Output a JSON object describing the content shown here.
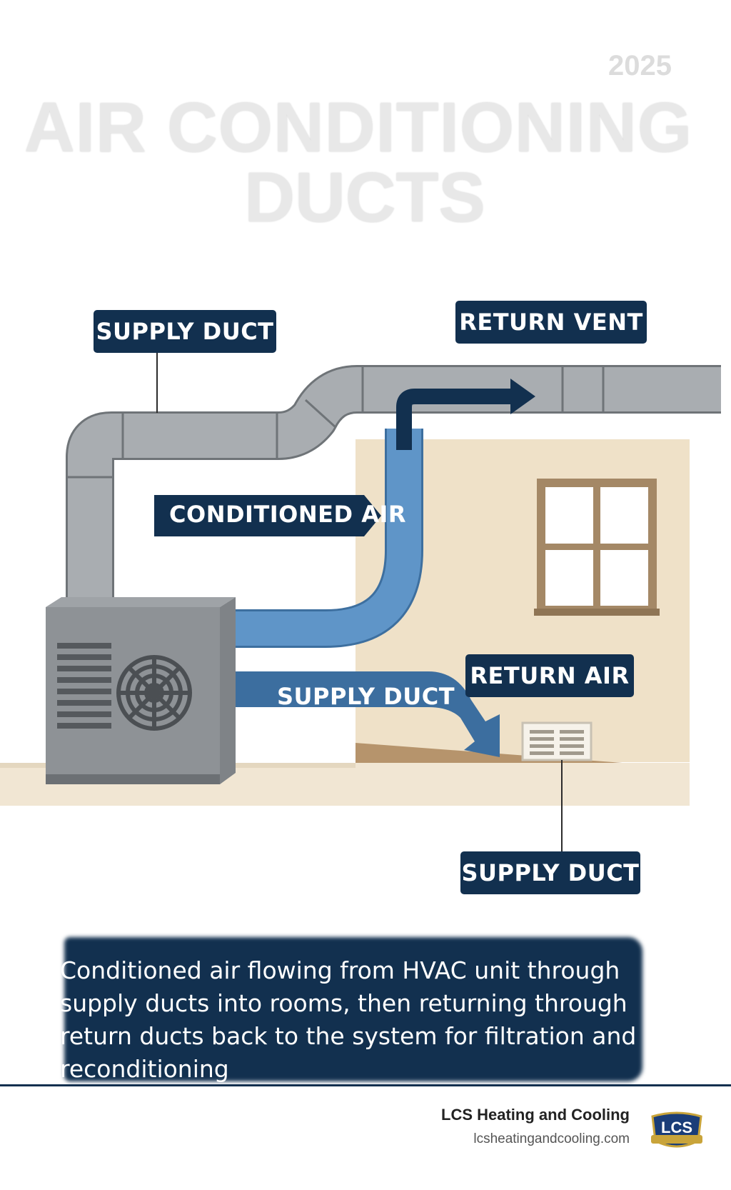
{
  "header": {
    "year": "2025",
    "title_line1": "AIR CONDITIONING",
    "title_line2": "DUCTS"
  },
  "labels": {
    "supply_duct_top": "SUPPLY DUCT",
    "return_vent": "RETURN VENT",
    "conditioned_air": "CONDITIONED AIR",
    "supply_duct_flow": "SUPPLY DUCT",
    "return_air": "RETURN AIR",
    "supply_duct_bottom": "SUPPLY DUCT"
  },
  "caption": "Conditioned air flowing from HVAC unit through supply ducts into rooms, then returning through return ducts back to the system for filtration and reconditioning",
  "footer": {
    "brand": "LCS Heating and Cooling",
    "website": "lcsheatingandcooling.com",
    "logo_text": "LCS"
  },
  "colors": {
    "navy": "#12304f",
    "duct_gray": "#a9adb1",
    "air_blue": "#5f95c8",
    "flow_blue": "#3c6e9f",
    "wall": "#efe1c8",
    "window_frame": "#a48866"
  }
}
